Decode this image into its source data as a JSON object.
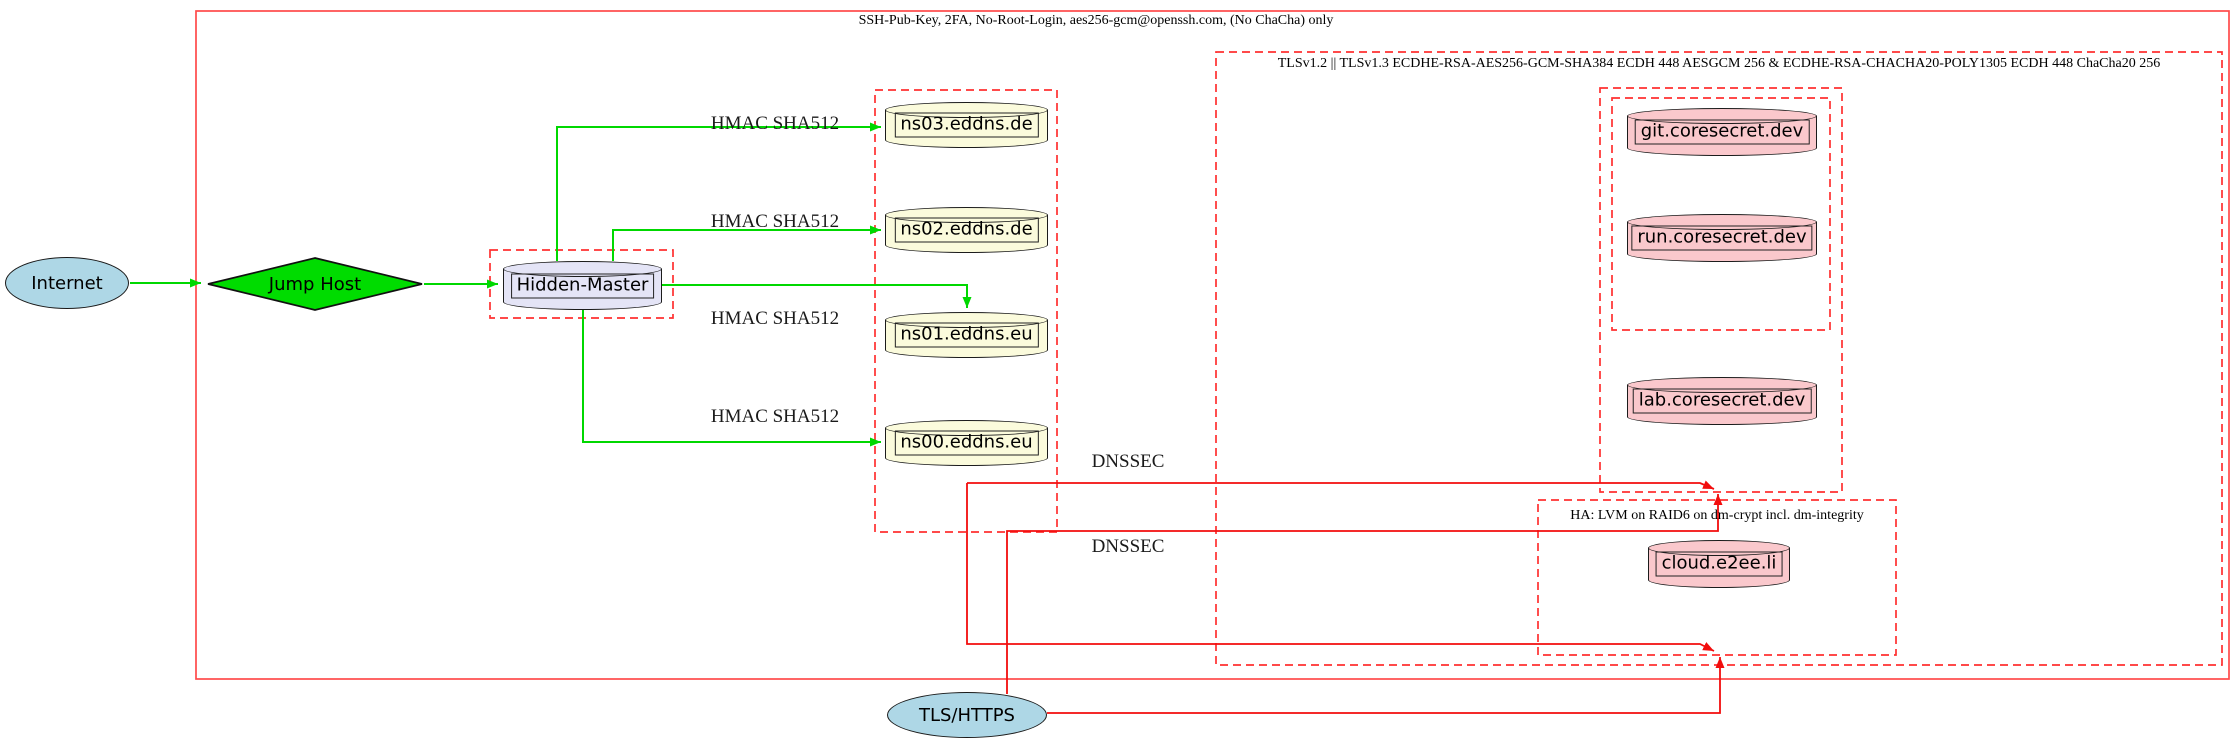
{
  "outer": {
    "label": "SSH-Pub-Key, 2FA, No-Root-Login, aes256-gcm@openssh.com, (No ChaCha) only"
  },
  "clusters": {
    "tls": {
      "label": "TLSv1.2 || TLSv1.3 ECDHE-RSA-AES256-GCM-SHA384 ECDH 448 AESGCM 256 & ECDHE-RSA-CHACHA20-POLY1305 ECDH 448 ChaCha20 256"
    },
    "ha": {
      "label": "HA: LVM on RAID6 on dm-crypt incl. dm-integrity"
    }
  },
  "nodes": {
    "internet": {
      "label": "Internet",
      "shape": "ellipse"
    },
    "jump_host": {
      "label": "Jump Host",
      "shape": "diamond"
    },
    "hidden_master": {
      "label": "Hidden-Master",
      "shape": "cylinder"
    },
    "ns03": {
      "label": "ns03.eddns.de",
      "shape": "cylinder"
    },
    "ns02": {
      "label": "ns02.eddns.de",
      "shape": "cylinder"
    },
    "ns01": {
      "label": "ns01.eddns.eu",
      "shape": "cylinder"
    },
    "ns00": {
      "label": "ns00.eddns.eu",
      "shape": "cylinder"
    },
    "git": {
      "label": "git.coresecret.dev",
      "shape": "cylinder"
    },
    "run": {
      "label": "run.coresecret.dev",
      "shape": "cylinder"
    },
    "lab": {
      "label": "lab.coresecret.dev",
      "shape": "cylinder"
    },
    "cloud": {
      "label": "cloud.e2ee.li",
      "shape": "cylinder"
    },
    "tls_https": {
      "label": "TLS/HTTPS",
      "shape": "ellipse"
    }
  },
  "edge_labels": {
    "hmac_ns03": "HMAC SHA512",
    "hmac_ns02": "HMAC SHA512",
    "hmac_ns01": "HMAC SHA512",
    "hmac_ns00": "HMAC SHA512",
    "dnssec_1": "DNSSEC",
    "dnssec_2": "DNSSEC"
  },
  "colors": {
    "red_border": "#ff3030",
    "red_edge": "#f20d0d",
    "green_edge": "#00d800",
    "diamond_green": "#00dc00",
    "lightblue": "#aed7e6",
    "lightyellow": "#fbfbdc",
    "pink": "#fac8cc",
    "lavender": "#e4e4f6"
  }
}
